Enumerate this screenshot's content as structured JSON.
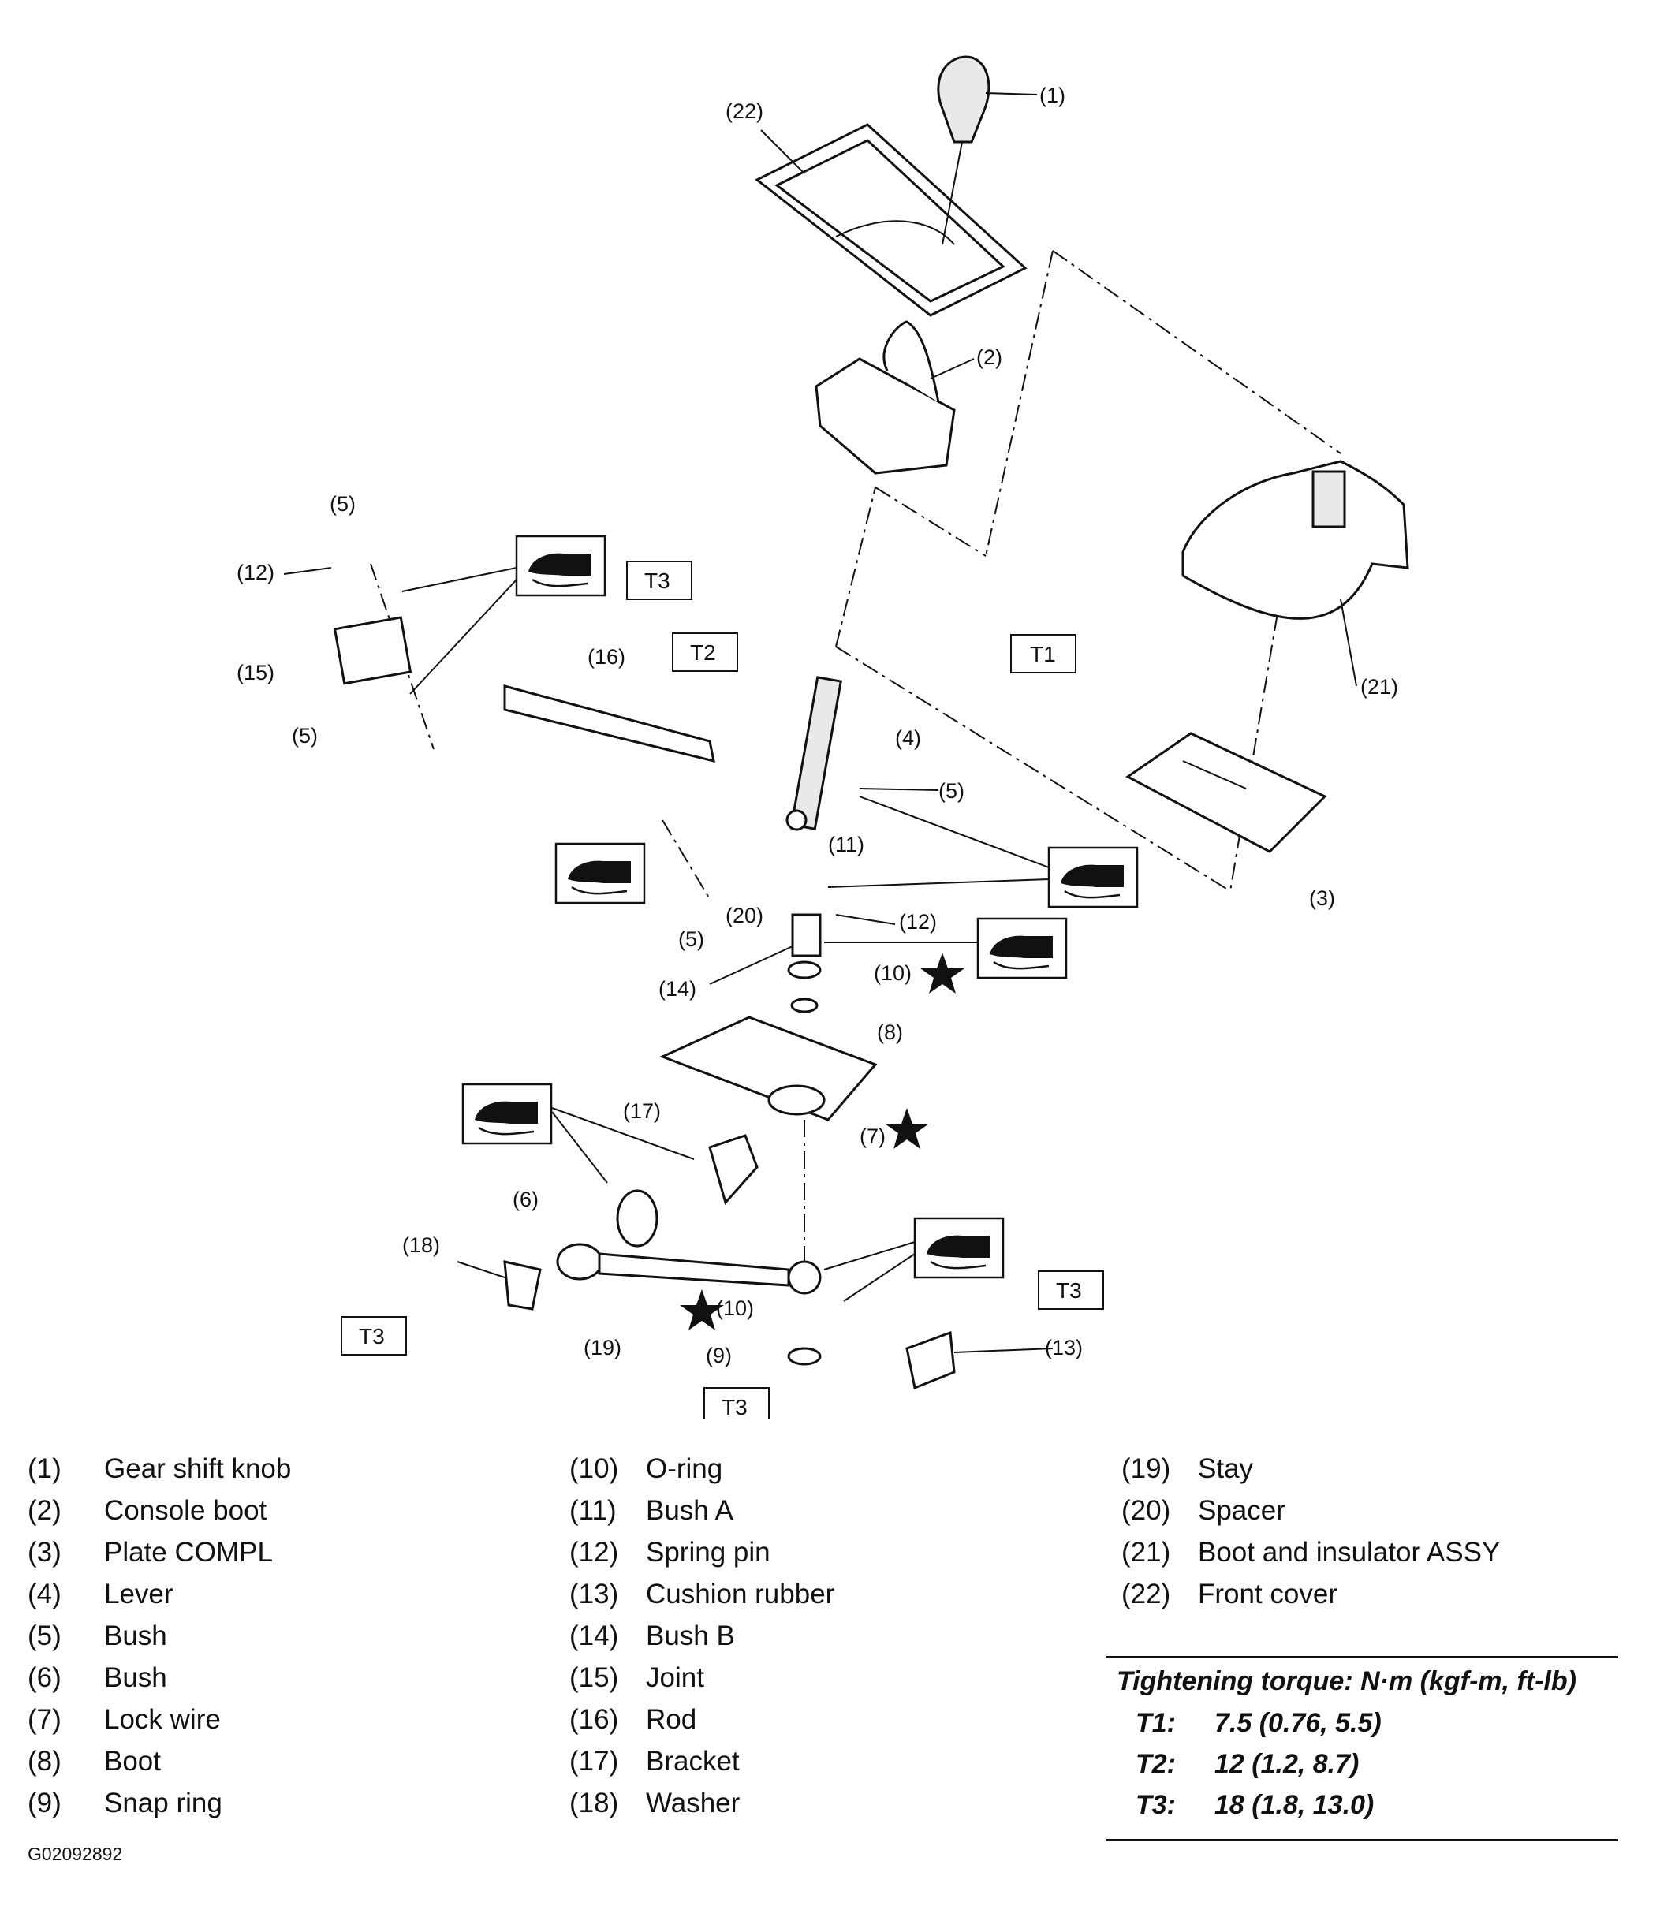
{
  "diagram": {
    "callouts": [
      "(1)",
      "(2)",
      "(3)",
      "(4)",
      "(5)",
      "(6)",
      "(7)",
      "(8)",
      "(9)",
      "(10)",
      "(11)",
      "(12)",
      "(13)",
      "(14)",
      "(15)",
      "(16)",
      "(17)",
      "(18)",
      "(19)",
      "(20)",
      "(21)",
      "(22)"
    ],
    "torque_tags": [
      "T1",
      "T2",
      "T3"
    ]
  },
  "legend": {
    "items": [
      {
        "num": "(1)",
        "label": "Gear shift knob"
      },
      {
        "num": "(2)",
        "label": "Console boot"
      },
      {
        "num": "(3)",
        "label": "Plate COMPL"
      },
      {
        "num": "(4)",
        "label": "Lever"
      },
      {
        "num": "(5)",
        "label": "Bush"
      },
      {
        "num": "(6)",
        "label": "Bush"
      },
      {
        "num": "(7)",
        "label": "Lock wire"
      },
      {
        "num": "(8)",
        "label": "Boot"
      },
      {
        "num": "(9)",
        "label": "Snap ring"
      },
      {
        "num": "(10)",
        "label": "O-ring"
      },
      {
        "num": "(11)",
        "label": "Bush A"
      },
      {
        "num": "(12)",
        "label": "Spring pin"
      },
      {
        "num": "(13)",
        "label": "Cushion rubber"
      },
      {
        "num": "(14)",
        "label": "Bush B"
      },
      {
        "num": "(15)",
        "label": "Joint"
      },
      {
        "num": "(16)",
        "label": "Rod"
      },
      {
        "num": "(17)",
        "label": "Bracket"
      },
      {
        "num": "(18)",
        "label": "Washer"
      },
      {
        "num": "(19)",
        "label": "Stay"
      },
      {
        "num": "(20)",
        "label": "Spacer"
      },
      {
        "num": "(21)",
        "label": "Boot and insulator ASSY"
      },
      {
        "num": "(22)",
        "label": "Front cover"
      }
    ]
  },
  "torque": {
    "heading": "Tightening torque: N·m (kgf-m, ft-lb)",
    "rows": [
      {
        "key": "T1:",
        "value": "7.5 (0.76, 5.5)"
      },
      {
        "key": "T2:",
        "value": "12 (1.2, 8.7)"
      },
      {
        "key": "T3:",
        "value": "18 (1.8, 13.0)"
      }
    ]
  },
  "figure_code": "G02092892"
}
